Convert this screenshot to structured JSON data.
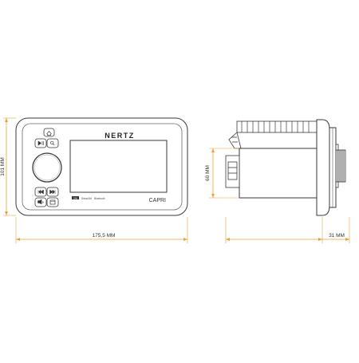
{
  "brand": {
    "logo": "NERTZ",
    "model": "CAPRI",
    "badges": [
      "DAB",
      "SiriusXM",
      "Bluetooth"
    ]
  },
  "dimensions": {
    "width": "175,5 MM",
    "height": "101 MM",
    "depth": "60 MM",
    "front_depth": "31 MM"
  },
  "colors": {
    "dimension": "#e9a23b",
    "outline": "#3a3a3a",
    "screen": "#ffffff"
  },
  "icons": {
    "top": "home-icon",
    "play": "play-pause-icon",
    "search": "search-icon",
    "prev": "previous-track-icon",
    "next": "next-track-icon",
    "source": "source-icon",
    "menu": "menu-icon"
  }
}
